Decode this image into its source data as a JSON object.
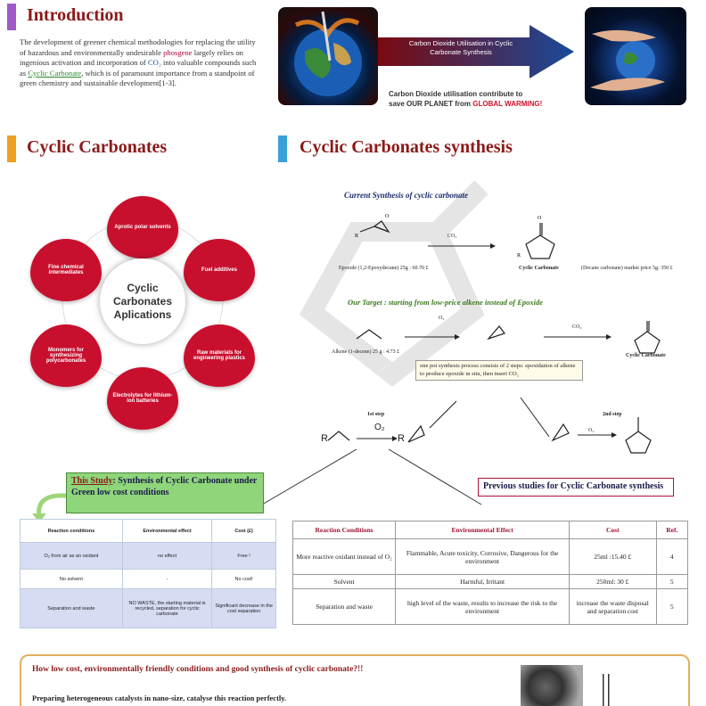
{
  "intro": {
    "title": "Introduction",
    "p1": "The development of greener chemical methodologies for replacing the utility of hazardous and environmentally undesirable ",
    "phosgene": "phosgene",
    "p2": " largely relies on ingenious activation and incorporation of ",
    "co2": "CO₂",
    "p3": " into valuable compounds such as ",
    "cyclic": "Cyclic Carbonate",
    "p4": ", which is of paramount importance from a standpoint of green chemistry and sustainable development[1-3]."
  },
  "banner": {
    "arrow_text": "Carbon Dioxide Utilisation in Cyclic Carbonate Synthesis",
    "caption_1": "Carbon Dioxide utilisation contribute to",
    "caption_2": "save OUR PLANET from ",
    "caption_red": "GLOBAL WARMING!"
  },
  "applications": {
    "title": "Cyclic Carbonates",
    "center": "Cyclic Carbonates Aplications",
    "petals": [
      "Aprotic polar solvents",
      "Fuel additives",
      "Raw materials for engineering plastics",
      "Electrolytes for lithium-ion batteries",
      "Monomers for synthesizing polycarbonates",
      "Fine chemical intermediates"
    ]
  },
  "synthesis": {
    "title": "Cyclic Carbonates synthesis",
    "current": "Current Synthesis of cyclic carbonate",
    "co2": "CO₂",
    "epoxide_label": "Epoxide (1,2-Epoxydecane) 25g : 60.70 £",
    "product_label": "Cyclic Carbonate",
    "price_label": "(Decane carbonate) market price 5g: 350 £",
    "target": "Our Target : starting from low-price alkene instead of Epoxide",
    "o2": "O₂",
    "alkene_label": "Alkene (1-decene) 25 g : 4.73 £",
    "product_label_2": "Cyclic Carbonate",
    "note": "one pot synthesis process consists of 2 steps: epoxidation of alkene to produce epoxide in situ, then insert CO₂",
    "step1": "1st step",
    "step1_o2": "O₂",
    "step2": "2nd step",
    "step2_reagent": "O₂",
    "r_label_1": "R",
    "r_label_2": "R"
  },
  "study": {
    "prefix": "This Study",
    "text": ": Synthesis of Cyclic Carbonate under Green low cost conditions",
    "headers": [
      "Reaction conditions",
      "Environmental effect",
      "Cost (£)"
    ],
    "rows": [
      [
        "O₂ from air as an oxidant",
        "no effect",
        "Free !"
      ],
      [
        "No solvent",
        "-",
        "No cost!"
      ],
      [
        "Separation and waste",
        "NO WASTE, the starting material is recycled, separation for cyclic carbonate",
        "Significant decrease in the cost separation"
      ]
    ]
  },
  "previous": {
    "title": "Previous studies for Cyclic Carbonate synthesis",
    "headers": [
      "Reaction Conditions",
      "Environmental Effect",
      "Cost",
      "Ref."
    ],
    "rows": [
      [
        "More reactive oxidant instead of O₂",
        "Flammable, Acute toxicity, Corrosive, Dangerous for the environment",
        "25ml :15.40 £",
        "4"
      ],
      [
        "Solvent",
        "Harmful, Irritant",
        "250ml: 30 £",
        "5"
      ],
      [
        "Separation and waste",
        "high level of the waste, results to increase the risk to the environment",
        "increase the waste disposal and separation cost",
        "5"
      ]
    ]
  },
  "footer": {
    "question": "How low cost, environmentally friendly conditions and good synthesis of cyclic carbonate?!!",
    "answer": "Preparing heterogeneous catalysts in nano-size, catalyse this reaction perfectly."
  },
  "colors": {
    "accent": "#8b1a1a",
    "petal": "#c8102e",
    "intro_bar": "#a05ac8",
    "cyclic_bar": "#f0a020",
    "synth_bar": "#3aa0d8",
    "study_box": "#8fd57a",
    "footer_border": "#e0b060"
  }
}
